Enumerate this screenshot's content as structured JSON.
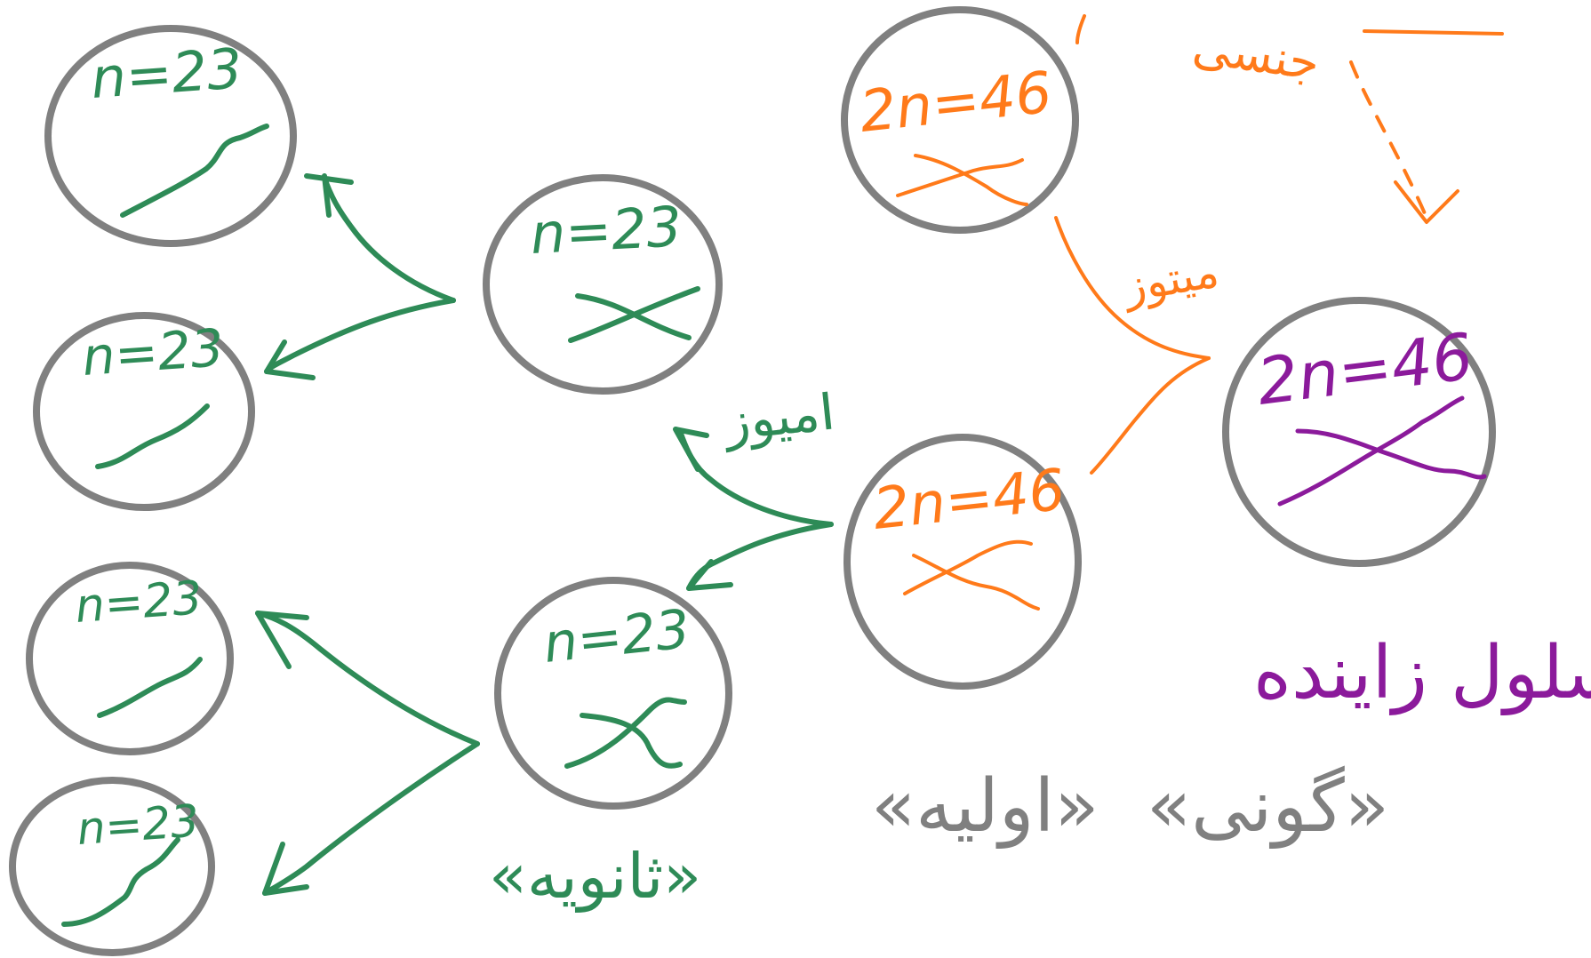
{
  "colors": {
    "cell_outline": "#808080",
    "green": "#2e8b57",
    "orange": "#ff7a1a",
    "purple": "#8b1a9b"
  },
  "cells": {
    "zygote_mother": {
      "label": "2n=46"
    },
    "mother_cell": {
      "label": "2n=46"
    },
    "germ_cell": {
      "label": "2n=46"
    },
    "secondary_top": {
      "label": "n=23"
    },
    "secondary_bottom": {
      "label": "n=23"
    },
    "gamete_1": {
      "label": "n=23"
    },
    "gamete_2": {
      "label": "n=23"
    },
    "gamete_3": {
      "label": "n=23"
    },
    "gamete_4": {
      "label": "n=23"
    }
  },
  "labels": {
    "mitosis": "میتوز",
    "meiosis_1": "میوزI",
    "secondary_stage": "«ثانویه»",
    "primary_stage": "«اولیه»",
    "oogonium_stage": "«گونی»",
    "germ_cell_name": "سلول زاینده",
    "top_note": "جنسی"
  },
  "icons": {
    "arrow": "arrow-icon",
    "chromosome": "chromosome-icon",
    "cell": "cell-circle-icon"
  }
}
